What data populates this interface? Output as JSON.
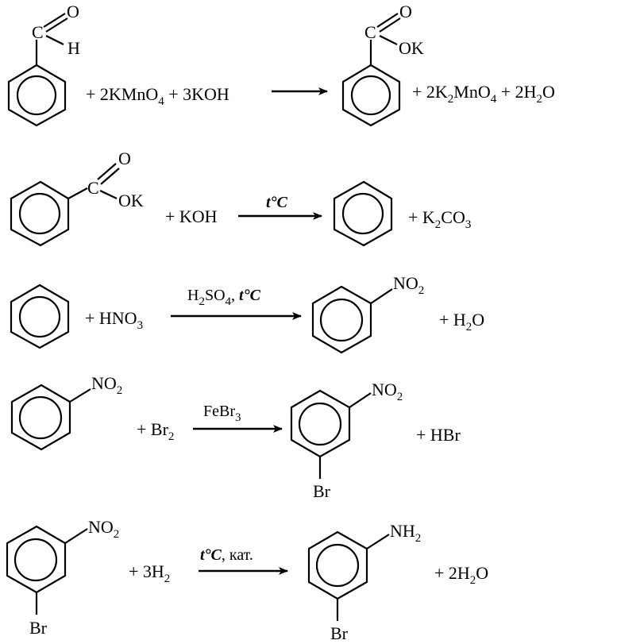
{
  "reactions": [
    {
      "id": "r1",
      "left_reagents": [
        "+ 2KMnO",
        "4",
        " + 3KOH"
      ],
      "aldehyde": {
        "carbon": "C",
        "oxygen": "O",
        "hydrogen": "H"
      },
      "product_group": {
        "carbon": "C",
        "oxygen": "O",
        "ok": "OK"
      },
      "right_products": [
        "+ 2K",
        "2",
        "MnO",
        "4",
        " + 2H",
        "2",
        "O"
      ]
    },
    {
      "id": "r2",
      "reactant_group": {
        "carbon": "C",
        "oxygen": "O",
        "ok": "OK"
      },
      "reagent": "+ KOH",
      "condition": "t°C",
      "right_products": [
        "+ K",
        "2",
        "CO",
        "3"
      ]
    },
    {
      "id": "r3",
      "reagent": [
        "+ HNO",
        "3"
      ],
      "condition": [
        "H",
        "2",
        "SO",
        "4",
        ", ",
        "t°C"
      ],
      "product_group": [
        "NO",
        "2"
      ],
      "right_products": [
        "+ H",
        "2",
        "O"
      ]
    },
    {
      "id": "r4",
      "reactant_group": [
        "NO",
        "2"
      ],
      "reagent": [
        "+ Br",
        "2"
      ],
      "condition": [
        "FeBr",
        "3"
      ],
      "product_group": [
        "NO",
        "2"
      ],
      "product_sub": "Br",
      "right_products": "+ HBr"
    },
    {
      "id": "r5",
      "reactant_group": [
        "NO",
        "2"
      ],
      "reactant_sub": "Br",
      "reagent": [
        "+ 3H",
        "2"
      ],
      "condition": [
        "t°C",
        ", кат."
      ],
      "product_group": [
        "NH",
        "2"
      ],
      "product_sub": "Br",
      "right_products": [
        "+ 2H",
        "2",
        "O"
      ]
    }
  ]
}
